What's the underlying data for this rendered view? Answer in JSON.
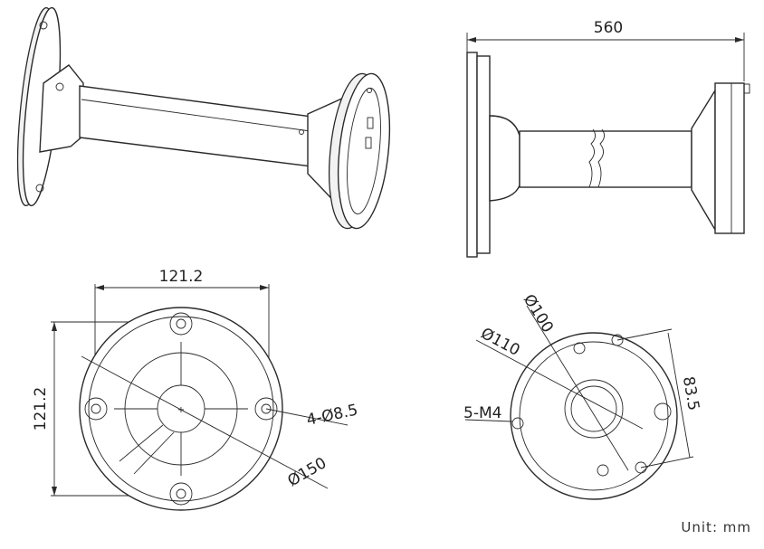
{
  "dimensions": {
    "length": "560",
    "base_width": "121.2",
    "base_height": "121.2",
    "hole_spec": "4-Ø8.5",
    "base_diameter": "Ø150",
    "junction_d100": "Ø100",
    "junction_d110": "Ø110",
    "screw_spec": "5-M4",
    "hole_spacing": "83.5"
  },
  "unit_label": "Unit:  mm"
}
